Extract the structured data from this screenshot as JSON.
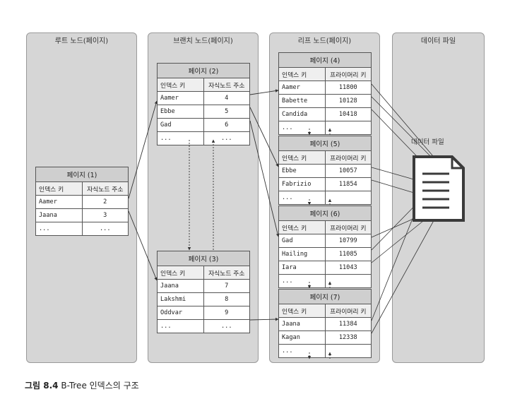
{
  "columns": {
    "root": "루트 노드(페이지)",
    "branch": "브랜치 노드(페이지)",
    "leaf": "리프 노드(페이지)",
    "datafile": "데이터 파일"
  },
  "datafile_label": "데이터 파일",
  "headers": {
    "index_key": "인덱스 키",
    "child_addr": "자식노드 주소",
    "primary_key": "프라이머리 키"
  },
  "root_page": {
    "title": "페이지 (1)",
    "rows": [
      [
        "Aamer",
        "2"
      ],
      [
        "Jaana",
        "3"
      ],
      [
        "...",
        "..."
      ]
    ]
  },
  "branch_pages": [
    {
      "title": "페이지 (2)",
      "rows": [
        [
          "Aamer",
          "4"
        ],
        [
          "Ebbe",
          "5"
        ],
        [
          "Gad",
          "6"
        ],
        [
          "...",
          "..."
        ]
      ]
    },
    {
      "title": "페이지 (3)",
      "rows": [
        [
          "Jaana",
          "7"
        ],
        [
          "Lakshmi",
          "8"
        ],
        [
          "Oddvar",
          "9"
        ],
        [
          "...",
          "..."
        ]
      ]
    }
  ],
  "leaf_pages": [
    {
      "title": "페이지 (4)",
      "rows": [
        [
          "Aamer",
          "11800"
        ],
        [
          "Babette",
          "10128"
        ],
        [
          "Candida",
          "10418"
        ],
        [
          "...",
          ""
        ]
      ]
    },
    {
      "title": "페이지 (5)",
      "rows": [
        [
          "Ebbe",
          "10057"
        ],
        [
          "Fabrizio",
          "11854"
        ],
        [
          "...",
          ""
        ]
      ]
    },
    {
      "title": "페이지 (6)",
      "rows": [
        [
          "Gad",
          "10799"
        ],
        [
          "Hailing",
          "11085"
        ],
        [
          "Iara",
          "11043"
        ],
        [
          "...",
          ""
        ]
      ]
    },
    {
      "title": "페이지 (7)",
      "rows": [
        [
          "Jaana",
          "11384"
        ],
        [
          "Kagan",
          "12338"
        ],
        [
          "...",
          ""
        ]
      ]
    }
  ],
  "caption": {
    "label": "그림 8.4",
    "text": "B-Tree 인덱스의 구조"
  }
}
